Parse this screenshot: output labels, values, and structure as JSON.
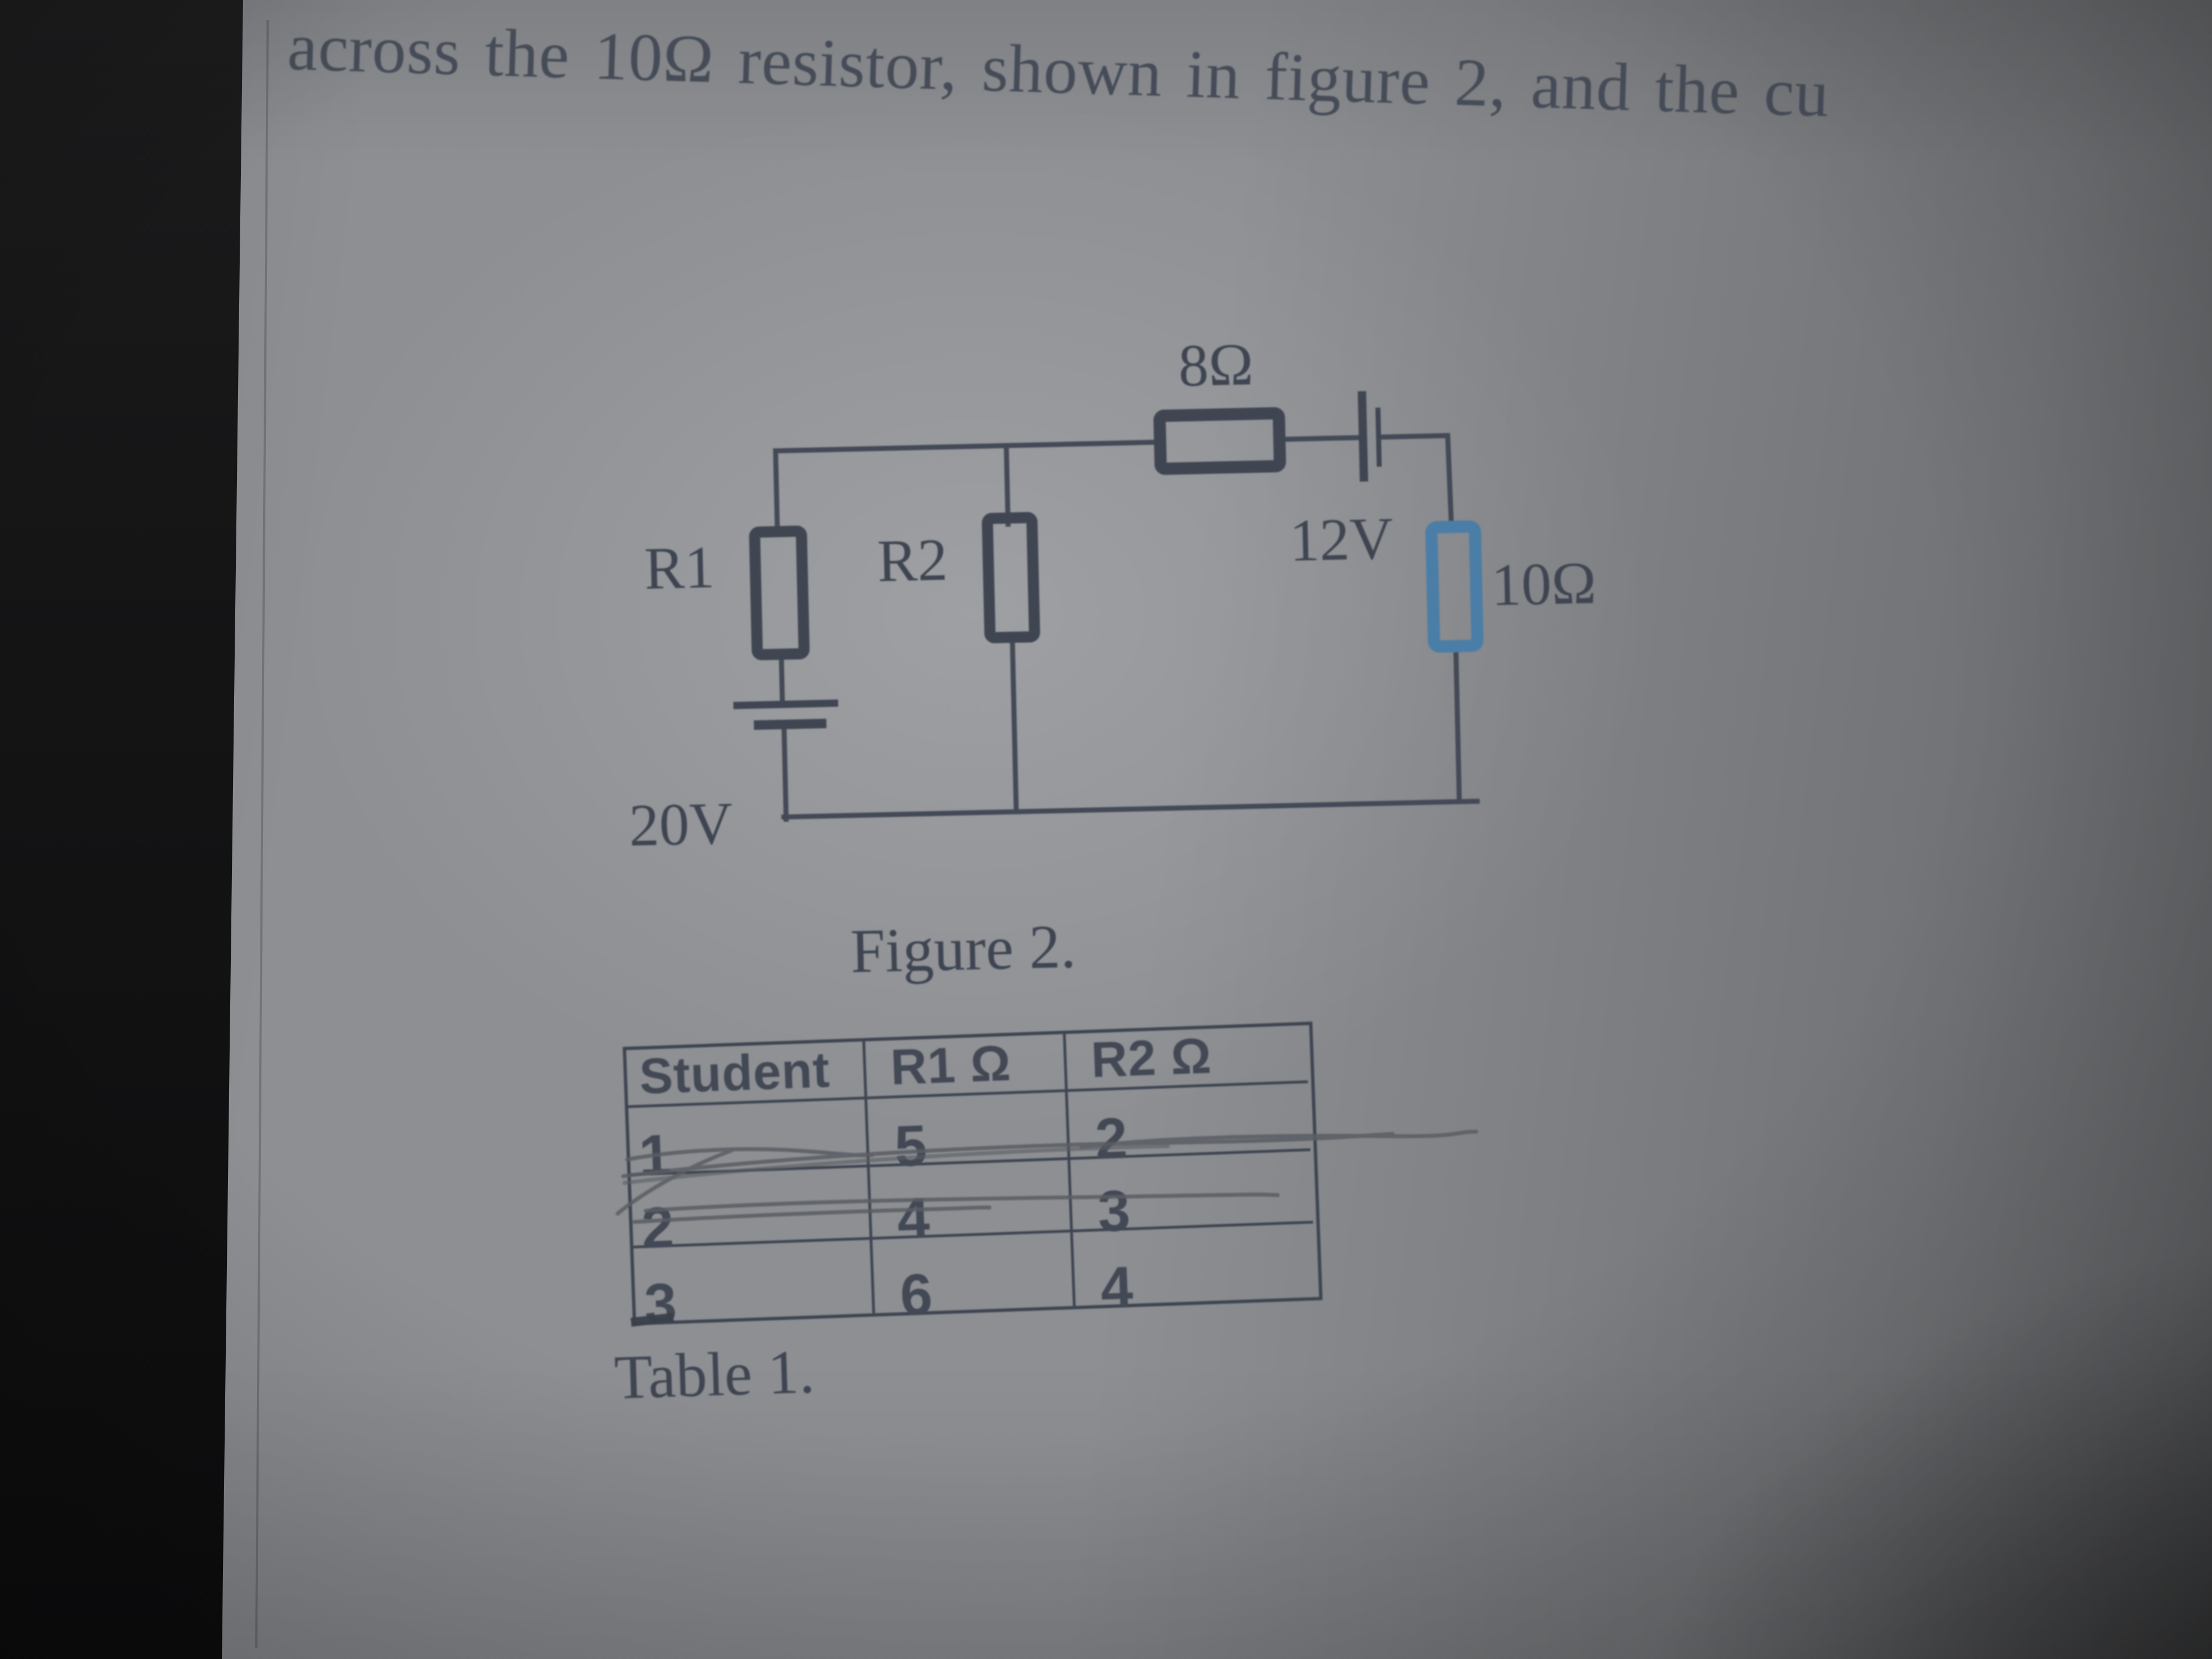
{
  "page_text": {
    "top_line": "across the 10Ω resistor, shown in figure 2, and the cu"
  },
  "figure": {
    "caption": "Figure 2.",
    "labels": {
      "r1": "R1",
      "r2": "R2",
      "top_resistor": "8Ω",
      "right_battery": "12V",
      "right_resistor": "10Ω",
      "left_battery": "20V"
    }
  },
  "table": {
    "caption": "Table 1.",
    "headers": [
      "Student",
      "R1 Ω",
      "R2 Ω"
    ],
    "rows": [
      {
        "cells": [
          "1",
          "5",
          "2"
        ],
        "struck_through": true
      },
      {
        "cells": [
          "2",
          "4",
          "3"
        ],
        "struck_through": true
      },
      {
        "cells": [
          "3",
          "6",
          "4"
        ],
        "struck_through": false
      }
    ]
  },
  "colors": {
    "ink": "#3e4551",
    "highlight_resistor": "#4b7ea6",
    "pencil": "#5a5d63",
    "paper": "#8d8f93",
    "background": "#121212"
  }
}
